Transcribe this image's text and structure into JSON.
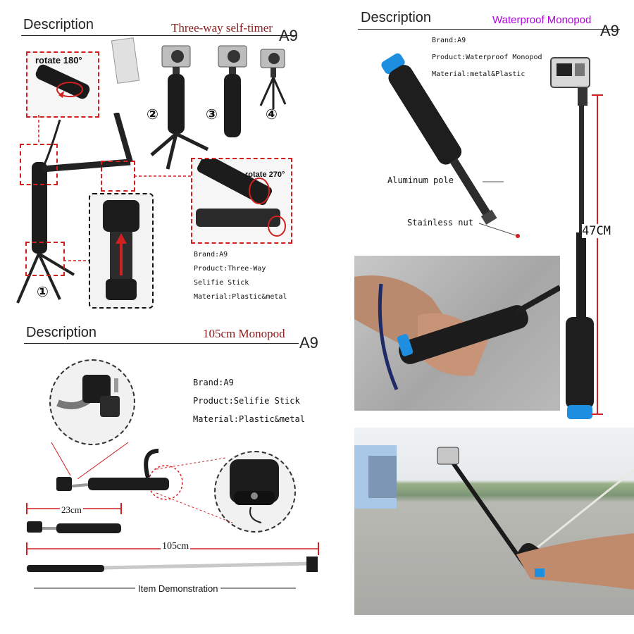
{
  "panel_three_way": {
    "title": "Description",
    "subtitle": "Three-way self-timer",
    "model": "A9",
    "rotate_180": "rotate 180°",
    "rotate_270": "rotate 270°",
    "num1": "①",
    "num2": "②",
    "num3": "③",
    "num4": "④",
    "specs": [
      "Brand:A9",
      "Product:Three-Way",
      "Selifie Stick",
      "Material:Plastic&metal"
    ]
  },
  "panel_waterproof": {
    "title": "Description",
    "subtitle": "Waterproof Monopod",
    "model": "A9",
    "specs": [
      "Brand:A9",
      "Product:Waterproof Monopod",
      "Material:metal&Plastic"
    ],
    "aluminum_label": "Aluminum pole",
    "nut_label": "Stainless nut",
    "length_label": "47CM"
  },
  "panel_105": {
    "title": "Description",
    "subtitle": "105cm Monopod",
    "model": "A9",
    "specs": [
      "Brand:A9",
      "Product:Selifie Stick",
      "Material:Plastic&metal"
    ],
    "short_len": "23cm",
    "long_len": "105cm",
    "caption": "Item  Demonstration"
  },
  "colors": {
    "accent_red": "#d02020",
    "accent_blue": "#1e8fe0",
    "accent_purple": "#b000e0"
  }
}
